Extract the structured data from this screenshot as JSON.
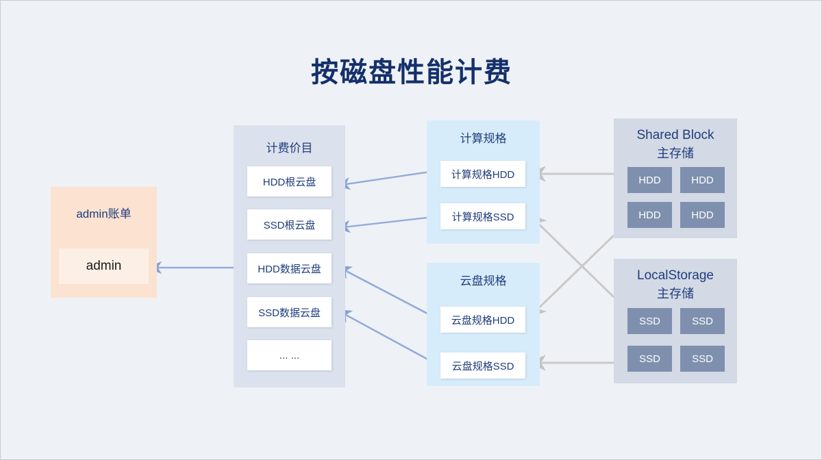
{
  "page": {
    "title": "按磁盘性能计费",
    "background": "#eef2f6",
    "title_color": "#14306b"
  },
  "panels": {
    "bill": {
      "title": "admin账单",
      "background": "#fbe2d1",
      "item": "admin"
    },
    "price": {
      "title": "计费价目",
      "background": "#dbe1ed",
      "items": [
        {
          "label": "HDD根云盘"
        },
        {
          "label": "SSD根云盘"
        },
        {
          "label": "HDD数据云盘"
        },
        {
          "label": "SSD数据云盘"
        },
        {
          "label": "... ..."
        }
      ]
    },
    "compute_spec": {
      "title": "计算规格",
      "background": "#d7ecfb",
      "items": [
        {
          "label": "计算规格HDD"
        },
        {
          "label": "计算规格SSD"
        }
      ]
    },
    "disk_spec": {
      "title": "云盘规格",
      "background": "#d7ecfb",
      "items": [
        {
          "label": "云盘规格HDD"
        },
        {
          "label": "云盘规格SSD"
        }
      ]
    },
    "shared_block": {
      "title_line1": "Shared Block",
      "title_line2": "主存储",
      "background": "#d3d9e5",
      "tile_color": "#7e90ae",
      "tiles": [
        "HDD",
        "HDD",
        "HDD",
        "HDD"
      ]
    },
    "local_storage": {
      "title_line1": "LocalStorage",
      "title_line2": "主存储",
      "background": "#d3d9e5",
      "tile_color": "#7e90ae",
      "tiles": [
        "SSD",
        "SSD",
        "SSD",
        "SSD"
      ]
    }
  },
  "connectors": {
    "blue_color": "#94aada",
    "gray_color": "#c9c9c7",
    "blue_links": [
      {
        "from": "计费价目",
        "to": "admin"
      },
      {
        "from": "计算规格HDD",
        "to": "HDD根云盘"
      },
      {
        "from": "计算规格SSD",
        "to": "SSD根云盘"
      },
      {
        "from": "云盘规格HDD",
        "to": "HDD数据云盘"
      },
      {
        "from": "云盘规格SSD",
        "to": "SSD数据云盘"
      }
    ],
    "gray_links": [
      {
        "from": "Shared Block 主存储",
        "to": "计算规格HDD"
      },
      {
        "from": "Shared Block 主存储",
        "to": "云盘规格HDD"
      },
      {
        "from": "LocalStorage 主存储",
        "to": "计算规格SSD"
      },
      {
        "from": "LocalStorage 主存储",
        "to": "云盘规格SSD"
      }
    ]
  }
}
